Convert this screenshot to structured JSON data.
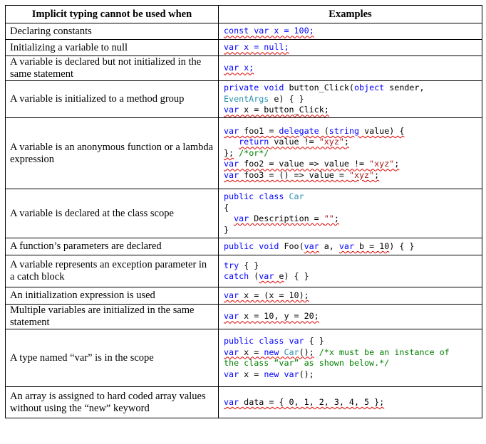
{
  "table": {
    "headers": [
      "Implicit typing cannot be used when",
      "Examples"
    ],
    "rows": [
      {
        "condition": "Declaring constants",
        "code": [
          [
            {
              "t": "const var x = 100;",
              "s": "kw",
              "sq": true
            }
          ]
        ]
      },
      {
        "condition": "Initializing a variable to null",
        "code": [
          [
            {
              "t": "var x = null;",
              "s": "kw",
              "sq": true
            }
          ]
        ]
      },
      {
        "condition": "A variable is declared but not initialized in the same statement",
        "code": [
          [
            {
              "t": "var x;",
              "s": "kw",
              "sq": true
            }
          ]
        ]
      },
      {
        "condition": "A variable is initialized to a method group",
        "code": [
          [
            {
              "t": "private void ",
              "s": "kw"
            },
            {
              "t": "button_Click(",
              "s": ""
            },
            {
              "t": "object",
              "s": "kw"
            },
            {
              "t": " sender,",
              "s": ""
            }
          ],
          [
            {
              "t": "EventArgs",
              "s": "ty"
            },
            {
              "t": " e) { }",
              "s": ""
            }
          ],
          [
            {
              "t": "var",
              "s": "kw",
              "sq": true
            },
            {
              "t": " x = button_Click;",
              "s": "",
              "sq": true
            }
          ]
        ]
      },
      {
        "condition": "A variable is an anonymous function or a lambda expression",
        "code": [
          [
            {
              "t": "var",
              "s": "kw",
              "sq": true
            },
            {
              "t": " foo1 = ",
              "s": "",
              "sq": true
            },
            {
              "t": "delegate",
              "s": "kw",
              "sq": true
            },
            {
              "t": " (",
              "s": "",
              "sq": true
            },
            {
              "t": "string",
              "s": "kw",
              "sq": true
            },
            {
              "t": " value) {",
              "s": "",
              "sq": true
            }
          ],
          [
            {
              "t": "   ",
              "s": ""
            },
            {
              "t": "return",
              "s": "kw",
              "sq": true
            },
            {
              "t": " value != ",
              "s": "",
              "sq": true
            },
            {
              "t": "\"xyz\"",
              "s": "str",
              "sq": true
            },
            {
              "t": ";",
              "s": "",
              "sq": true
            }
          ],
          [
            {
              "t": "};",
              "s": "",
              "sq": true
            },
            {
              "t": " /*or*/",
              "s": "cm"
            }
          ],
          [
            {
              "t": "var",
              "s": "kw",
              "sq": true
            },
            {
              "t": " foo2 = value => value != ",
              "s": "",
              "sq": true
            },
            {
              "t": "\"xyz\"",
              "s": "str",
              "sq": true
            },
            {
              "t": ";",
              "s": "",
              "sq": true
            }
          ],
          [
            {
              "t": "var",
              "s": "kw",
              "sq": true
            },
            {
              "t": " foo3 = () => value = ",
              "s": "",
              "sq": true
            },
            {
              "t": "\"xyz\"",
              "s": "str",
              "sq": true
            },
            {
              "t": ";",
              "s": "",
              "sq": true
            }
          ]
        ]
      },
      {
        "condition": "A variable is declared at the class scope",
        "code": [
          [
            {
              "t": "public class ",
              "s": "kw"
            },
            {
              "t": "Car",
              "s": "ty"
            }
          ],
          [
            {
              "t": "{",
              "s": ""
            }
          ],
          [
            {
              "t": "  ",
              "s": ""
            },
            {
              "t": "var",
              "s": "kw",
              "sq": true
            },
            {
              "t": " Description = ",
              "s": "",
              "sq": true
            },
            {
              "t": "\"\"",
              "s": "str",
              "sq": true
            },
            {
              "t": ";",
              "s": "",
              "sq": true
            }
          ],
          [
            {
              "t": "}",
              "s": ""
            }
          ]
        ]
      },
      {
        "condition": "A function’s parameters are declared",
        "code": [
          [
            {
              "t": "public void ",
              "s": "kw"
            },
            {
              "t": "Foo(",
              "s": ""
            },
            {
              "t": "var",
              "s": "kw",
              "sq": true
            },
            {
              "t": " a, ",
              "s": ""
            },
            {
              "t": "var",
              "s": "kw",
              "sq": true
            },
            {
              "t": " b = 10",
              "s": "",
              "sq": true
            },
            {
              "t": ") { }",
              "s": ""
            }
          ]
        ]
      },
      {
        "condition": "A variable represents an exception parameter in a catch block",
        "code": [
          [
            {
              "t": "try",
              "s": "kw"
            },
            {
              "t": " { }",
              "s": ""
            }
          ],
          [
            {
              "t": "catch",
              "s": "kw"
            },
            {
              "t": " (",
              "s": ""
            },
            {
              "t": "var",
              "s": "kw",
              "sq": true
            },
            {
              "t": " e",
              "s": "",
              "sq": true
            },
            {
              "t": ") { }",
              "s": ""
            }
          ]
        ]
      },
      {
        "condition": "An initialization expression is used",
        "code": [
          [
            {
              "t": "var",
              "s": "kw",
              "sq": true
            },
            {
              "t": " x = (x = 10);",
              "s": "",
              "sq": true
            }
          ]
        ]
      },
      {
        "condition": "Multiple variables are initialized in the same statement",
        "code": [
          [
            {
              "t": "var",
              "s": "kw",
              "sq": true
            },
            {
              "t": " x = 10, y = 20;",
              "s": "",
              "sq": true
            }
          ]
        ]
      },
      {
        "condition": "A type named “var” is in the scope",
        "code": [
          [
            {
              "t": "public class ",
              "s": "kw"
            },
            {
              "t": "var",
              "s": "kw"
            },
            {
              "t": " { }",
              "s": ""
            }
          ],
          [
            {
              "t": "var",
              "s": "kw",
              "sq": true
            },
            {
              "t": " x = ",
              "s": "",
              "sq": true
            },
            {
              "t": "new",
              "s": "kw",
              "sq": true
            },
            {
              "t": " ",
              "s": "",
              "sq": true
            },
            {
              "t": "Car",
              "s": "ty",
              "sq": true
            },
            {
              "t": "();",
              "s": "",
              "sq": true
            },
            {
              "t": " /*x must be an instance of",
              "s": "cm"
            }
          ],
          [
            {
              "t": "the class “var” as shown below.*/",
              "s": "cm"
            }
          ],
          [
            {
              "t": "var",
              "s": "kw"
            },
            {
              "t": " x = ",
              "s": ""
            },
            {
              "t": "new",
              "s": "kw"
            },
            {
              "t": " ",
              "s": ""
            },
            {
              "t": "var",
              "s": "kw"
            },
            {
              "t": "();",
              "s": ""
            }
          ]
        ]
      },
      {
        "condition": "An array is assigned to hard coded array values without using the “new” keyword",
        "code": [
          [
            {
              "t": "var",
              "s": "kw",
              "sq": true
            },
            {
              "t": " data = { 0, 1, 2, 3, 4, 5 };",
              "s": "",
              "sq": true
            }
          ]
        ]
      }
    ]
  },
  "colors": {
    "keyword": "#0000ff",
    "type": "#2b91af",
    "string": "#a31515",
    "comment": "#008000",
    "squiggle": "#e00000"
  }
}
